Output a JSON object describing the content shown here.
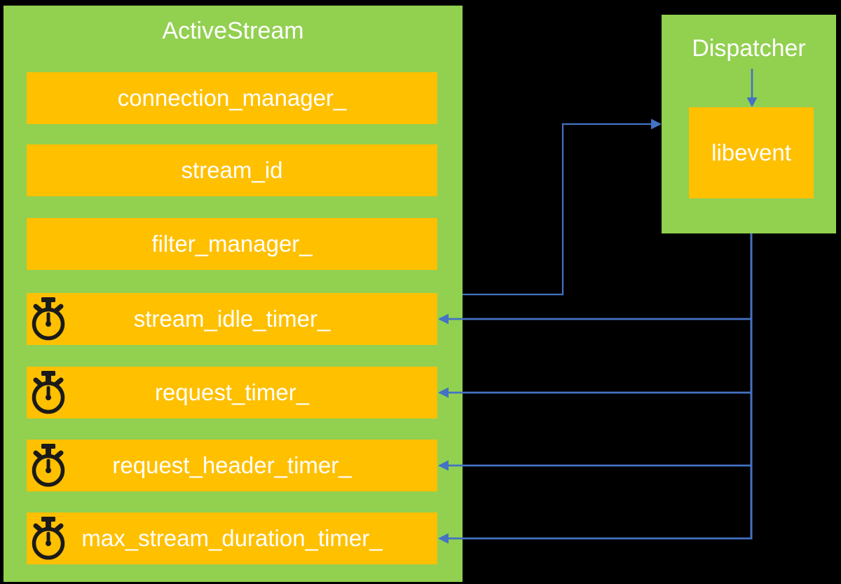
{
  "colors": {
    "background": "#000000",
    "container_green": "#92d050",
    "field_yellow": "#ffc000",
    "connector_blue": "#4472c4",
    "text": "#ffffff",
    "icon_black": "#1a1a1a"
  },
  "active_stream": {
    "title": "ActiveStream",
    "fields": [
      {
        "label": "connection_manager_",
        "has_timer_icon": false
      },
      {
        "label": "stream_id",
        "has_timer_icon": false
      },
      {
        "label": "filter_manager_",
        "has_timer_icon": false
      },
      {
        "label": "stream_idle_timer_",
        "has_timer_icon": true
      },
      {
        "label": "request_timer_",
        "has_timer_icon": true
      },
      {
        "label": "request_header_timer_",
        "has_timer_icon": true
      },
      {
        "label": "max_stream_duration_timer_",
        "has_timer_icon": true
      }
    ]
  },
  "dispatcher": {
    "title": "Dispatcher",
    "inner_label": "libevent"
  },
  "connections": [
    {
      "from": "ActiveStream",
      "to": "Dispatcher",
      "direction": "right"
    },
    {
      "from": "Dispatcher",
      "to": "libevent",
      "direction": "down"
    },
    {
      "from": "libevent",
      "to": "stream_idle_timer_",
      "direction": "left"
    },
    {
      "from": "libevent",
      "to": "request_timer_",
      "direction": "left"
    },
    {
      "from": "libevent",
      "to": "request_header_timer_",
      "direction": "left"
    },
    {
      "from": "libevent",
      "to": "max_stream_duration_timer_",
      "direction": "left"
    }
  ]
}
